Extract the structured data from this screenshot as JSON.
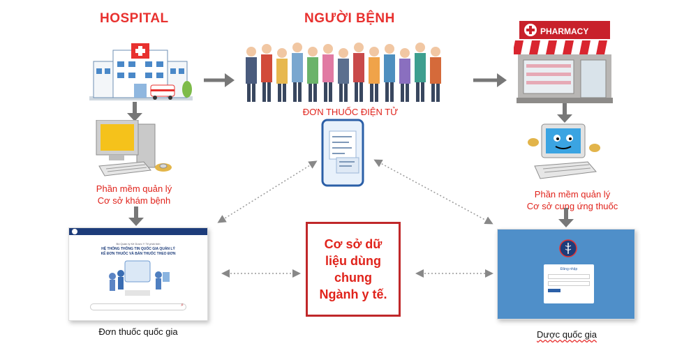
{
  "titles": {
    "hospital": "HOSPITAL",
    "patients": "NGƯỜI BỆNH",
    "pharmacy_sign": "PHARMACY"
  },
  "captions": {
    "prescription": "ĐƠN THUỐC ĐIỆN TỬ",
    "hospital_software_line1": "Phần mềm quản lý",
    "hospital_software_line2": "Cơ sở khám bệnh",
    "pharmacy_software_line1": "Phần mềm quản lý",
    "pharmacy_software_line2": "Cơ sở cung ứng thuốc",
    "national_prescription": "Đơn thuốc quốc gia",
    "national_pharmacy": "Dược quốc gia"
  },
  "center": {
    "line1": "Cơ sở dữ",
    "line2": "liệu dùng",
    "line3": "chung",
    "line4": "Ngành y tế."
  },
  "left_screen": {
    "small_heading": "Bộ Quản lý Kê Dược Y Tế phải tính",
    "headline1": "HỆ THỐNG THÔNG TIN QUỐC GIA QUẢN LÝ",
    "headline2": "KÊ ĐƠN THUỐC VÀ BÁN THUỐC THEO ĐƠN"
  },
  "right_screen": {
    "login_title": "Đăng nhập"
  },
  "colors": {
    "accent_red": "#e8312f",
    "caption_red": "#e0231b",
    "box_border": "#c0282a",
    "arrow_gray": "#777777",
    "portal_blue": "#4f8fc9",
    "header_navy": "#1d3c7a"
  }
}
